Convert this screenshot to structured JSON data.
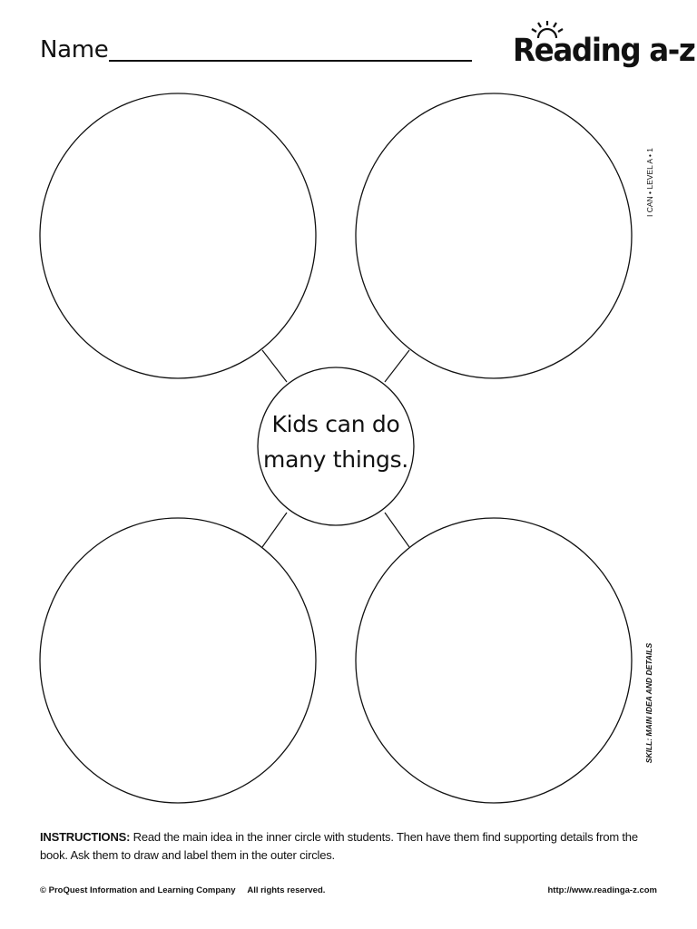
{
  "header": {
    "name_label": "Name",
    "logo_text": "Reading a-z"
  },
  "center_circle": {
    "line1": "Kids can do",
    "line2": "many things."
  },
  "side_labels": {
    "top": "I CAN • LEVEL A • 1",
    "bottom": "SKILL: MAIN IDEA AND DETAILS"
  },
  "instructions": {
    "label": "INSTRUCTIONS:",
    "text": " Read the main idea in the inner circle with students. Then have them find supporting details from the book. Ask them to draw and label them in the outer circles."
  },
  "footer": {
    "copyright": "© ProQuest Information and Learning Company     All rights reserved.",
    "url": "http://www.readinga-z.com"
  }
}
